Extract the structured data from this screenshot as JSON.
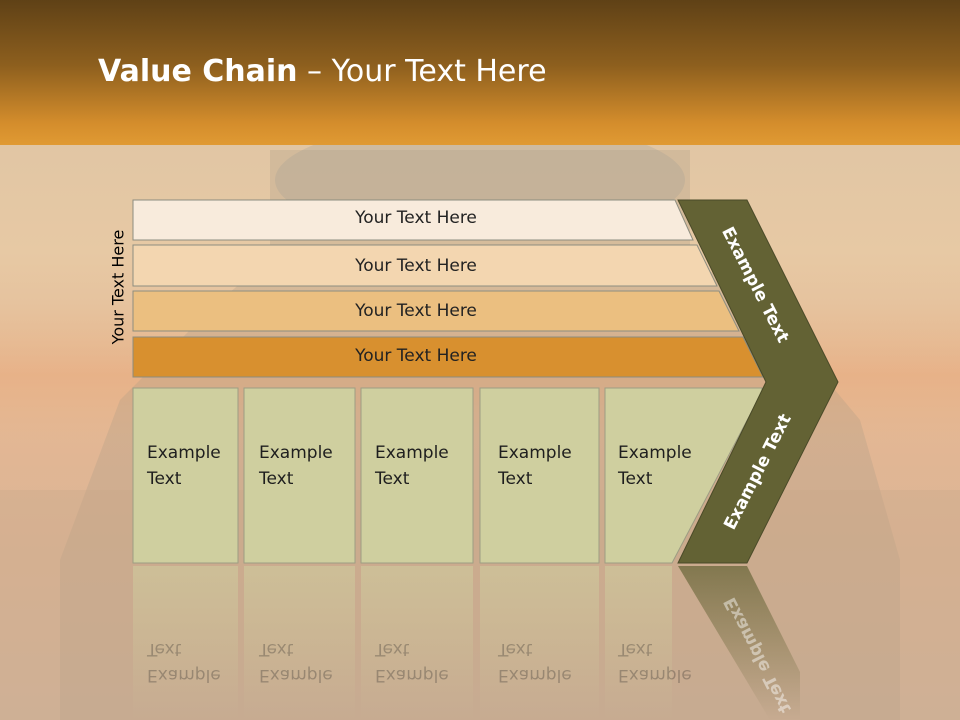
{
  "title": {
    "bold": "Value Chain",
    "rest": " – Your Text Here"
  },
  "side_label": "Your Text Here",
  "rows": [
    {
      "label": "Your Text Here",
      "color": "#f8ebdc"
    },
    {
      "label": "Your Text Here",
      "color": "#f3d6b0"
    },
    {
      "label": "Your Text Here",
      "color": "#ebbf80"
    },
    {
      "label": "Your Text Here",
      "color": "#d8902f"
    }
  ],
  "boxes": [
    {
      "line1": "Example",
      "line2": "Text"
    },
    {
      "line1": "Example",
      "line2": "Text"
    },
    {
      "line1": "Example",
      "line2": "Text"
    },
    {
      "line1": "Example",
      "line2": "Text"
    },
    {
      "line1": "Example",
      "line2": "Text"
    }
  ],
  "chevron": {
    "top_label": "Example Text",
    "bottom_label": "Example Text",
    "color": "#636234"
  },
  "box_color": "#cfcf9f",
  "header_color": "#d48d2c"
}
